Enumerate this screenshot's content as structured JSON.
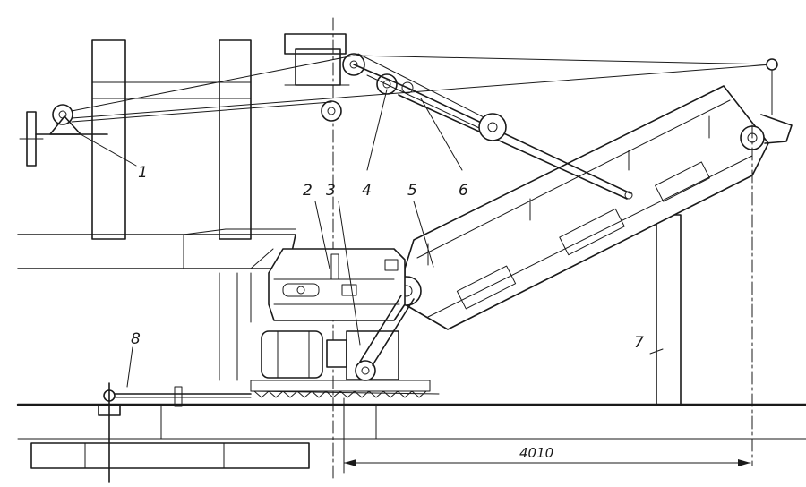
{
  "callouts": [
    "1",
    "2",
    "3",
    "4",
    "5",
    "6",
    "7",
    "8"
  ],
  "dimension": "4010",
  "colors": {
    "ink": "#1a1a1a",
    "paper": "#ffffff"
  }
}
